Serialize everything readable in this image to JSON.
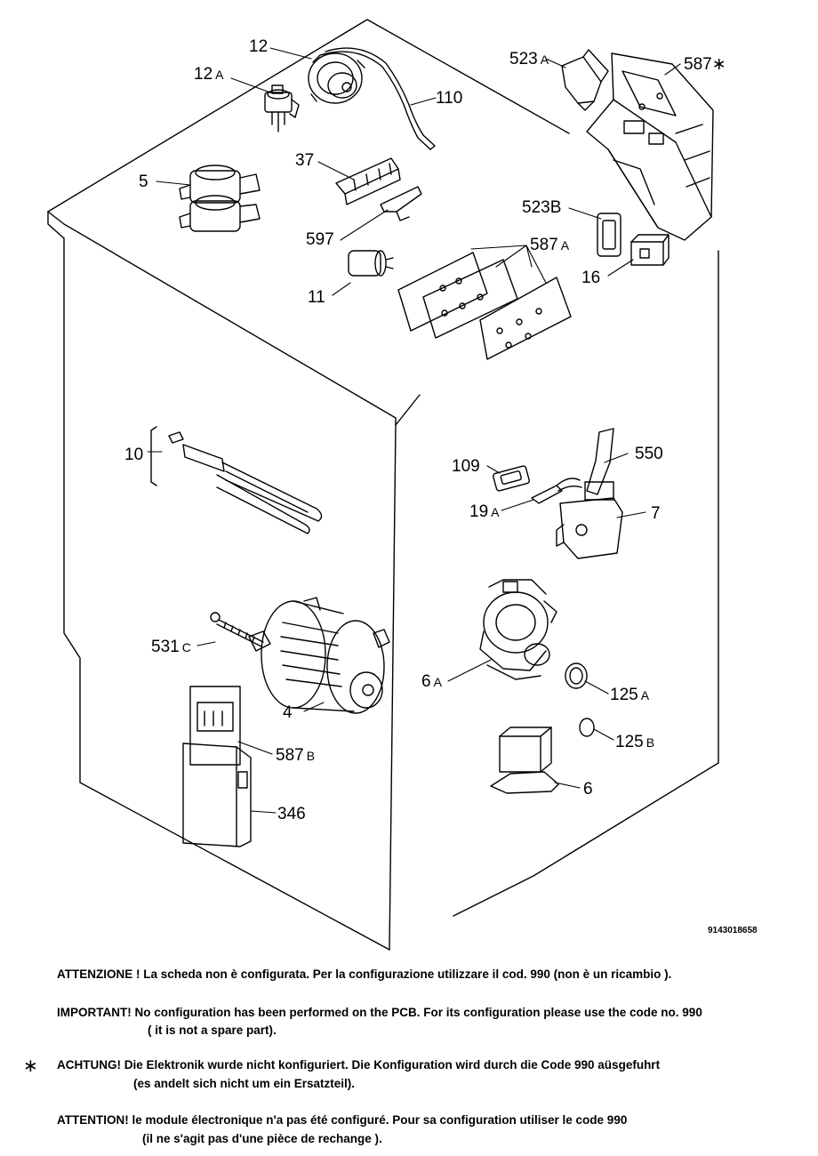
{
  "labels": {
    "p12": "12",
    "p12a_n": "12",
    "p12a_s": "A",
    "p110": "110",
    "p523a_n": "523",
    "p523a_s": "A",
    "p587star": "587∗",
    "p37": "37",
    "p5": "5",
    "p597": "597",
    "p523b": "523B",
    "p587a_n": "587",
    "p587a_s": "A",
    "p16": "16",
    "p11": "11",
    "p10": "10",
    "p109": "109",
    "p550": "550",
    "p19a_n": "19",
    "p19a_s": "A",
    "p7": "7",
    "p531c_n": "531",
    "p531c_s": "C",
    "p6a_n": "6",
    "p6a_s": "A",
    "p125a_n": "125",
    "p125a_s": "A",
    "p125b_n": "125",
    "p125b_s": "B",
    "p4": "4",
    "p587b_n": "587",
    "p587b_s": "B",
    "p346": "346",
    "p6": "6"
  },
  "reference_code": "9143018658",
  "notes": {
    "it": "ATTENZIONE ! La scheda non è  configurata. Per la configurazione utilizzare il cod. 990 (non è un ricambio ).",
    "en_1": "IMPORTANT! No configuration has been performed on the PCB. For its configuration please use the code no. 990",
    "en_2": "( it is not a spare part).",
    "star": "∗",
    "de_1": "ACHTUNG! Die Elektronik wurde nicht konfiguriert. Die Konfiguration wird durch die Code 990 aüsgefuhrt",
    "de_2": "(es andelt sich nicht um ein Ersatzteil).",
    "fr_1": "ATTENTION! le module électronique n'a pas été configuré. Pour  sa configuration utiliser le code 990",
    "fr_2": "(il ne s'agit pas d'une pièce de rechange )."
  }
}
